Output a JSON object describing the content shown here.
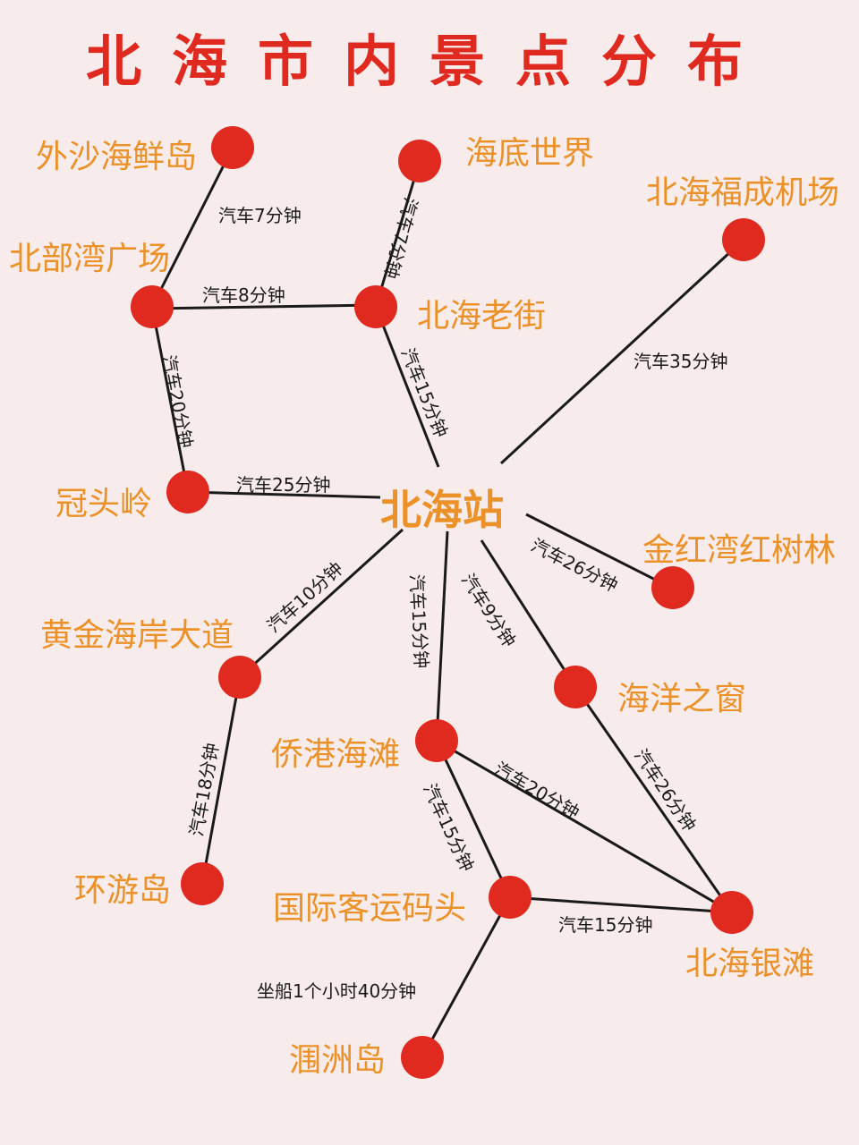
{
  "title": "北海市内景点分布",
  "hub": "北海站",
  "places": {
    "waisha": "外沙海鲜岛",
    "haidi": "海底世界",
    "airport": "北海福成机场",
    "beibuwan": "北部湾广场",
    "laojie": "北海老街",
    "guantouling": "冠头岭",
    "jinhongwan": "金红湾红树林",
    "huangjin": "黄金海岸大道",
    "haiyang": "海洋之窗",
    "qiaogang": "侨港海滩",
    "huanyou": "环游岛",
    "guoji": "国际客运码头",
    "yintan": "北海银滩",
    "weizhou": "涠洲岛"
  },
  "routes": {
    "waisha_beibuwan": "汽车7分钟",
    "haidi_laojie": "汽车7分钟",
    "beibuwan_laojie": "汽车8分钟",
    "beibuwan_guantouling": "汽车20分钟",
    "laojie_hub": "汽车15分钟",
    "airport_hub": "汽车35分钟",
    "guantouling_hub": "汽车25分钟",
    "hub_jinhongwan": "汽车26分钟",
    "hub_huangjin": "汽车10分钟",
    "hub_qiaogang": "汽车15分钟",
    "hub_haiyang": "汽车9分钟",
    "huangjin_huanyou": "汽车18分钟",
    "qiaogang_yintan": "汽车20分钟",
    "haiyang_yintan": "汽车26分钟",
    "qiaogang_guoji": "汽车15分钟",
    "guoji_yintan": "汽车15分钟",
    "guoji_weizhou": "坐船1个小时40分钟"
  },
  "colors": {
    "background": "#f7ebeb",
    "title": "#e02a20",
    "node": "#e02a20",
    "place_label": "#ec9128",
    "route_label": "#1a1a1a",
    "line": "#1a1a1a"
  }
}
